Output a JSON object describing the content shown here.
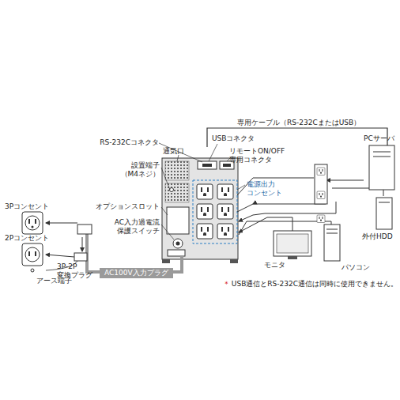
{
  "diagram": {
    "nodes": [
      {
        "text": [
          "AC100V入力プラグ"
        ]
      }
    ],
    "labels": [
      "専用ケーブル（RS-232CまたはUSB）",
      "RS-232Cコネクタ",
      "通気口",
      "USBコネクタ",
      "リモートON/OFF 専用コネクタ",
      "設置端子 （M4ネジ）",
      "オプションスロット",
      "AC入力過電流 保護スイッチ",
      "電源出力 コンセント",
      "PCサーバ",
      "3Pコンセント",
      "2Pコンセント",
      "アース端子",
      "3P-2P 変換プラグ",
      "外付HDD",
      "モニタ",
      "パソコン",
      "＊",
      "USB通信とRS-232C通信は同時に使用できません。"
    ]
  }
}
